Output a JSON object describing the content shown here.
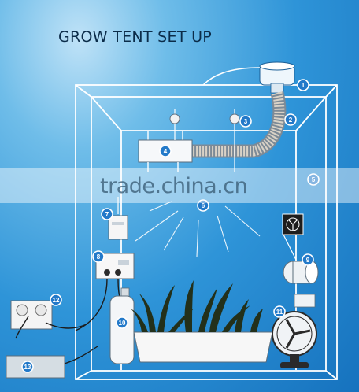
{
  "title": "GROW TENT SET UP",
  "watermark": "trade.china.cn",
  "colors": {
    "background": "#2e94d8",
    "badge": "#2279c9",
    "line": "#ffffff"
  },
  "callouts": [
    {
      "label": "1",
      "part": "inline-fan-icon"
    },
    {
      "label": "2",
      "part": "ducting-icon"
    },
    {
      "label": "3",
      "part": "rope-ratchet-icon"
    },
    {
      "label": "4",
      "part": "reflector-hood-icon"
    },
    {
      "label": "5",
      "part": "rope-ratchet-icon"
    },
    {
      "label": "6",
      "part": "grow-light-icon"
    },
    {
      "label": "7",
      "part": "timer-icon"
    },
    {
      "label": "8",
      "part": "controller-icon"
    },
    {
      "label": "9",
      "part": "carbon-filter-icon"
    },
    {
      "label": "10",
      "part": "co2-tank-icon"
    },
    {
      "label": "11",
      "part": "oscillating-fan-icon"
    },
    {
      "label": "12",
      "part": "power-socket-icon"
    },
    {
      "label": "13",
      "part": "ballast-icon"
    }
  ]
}
